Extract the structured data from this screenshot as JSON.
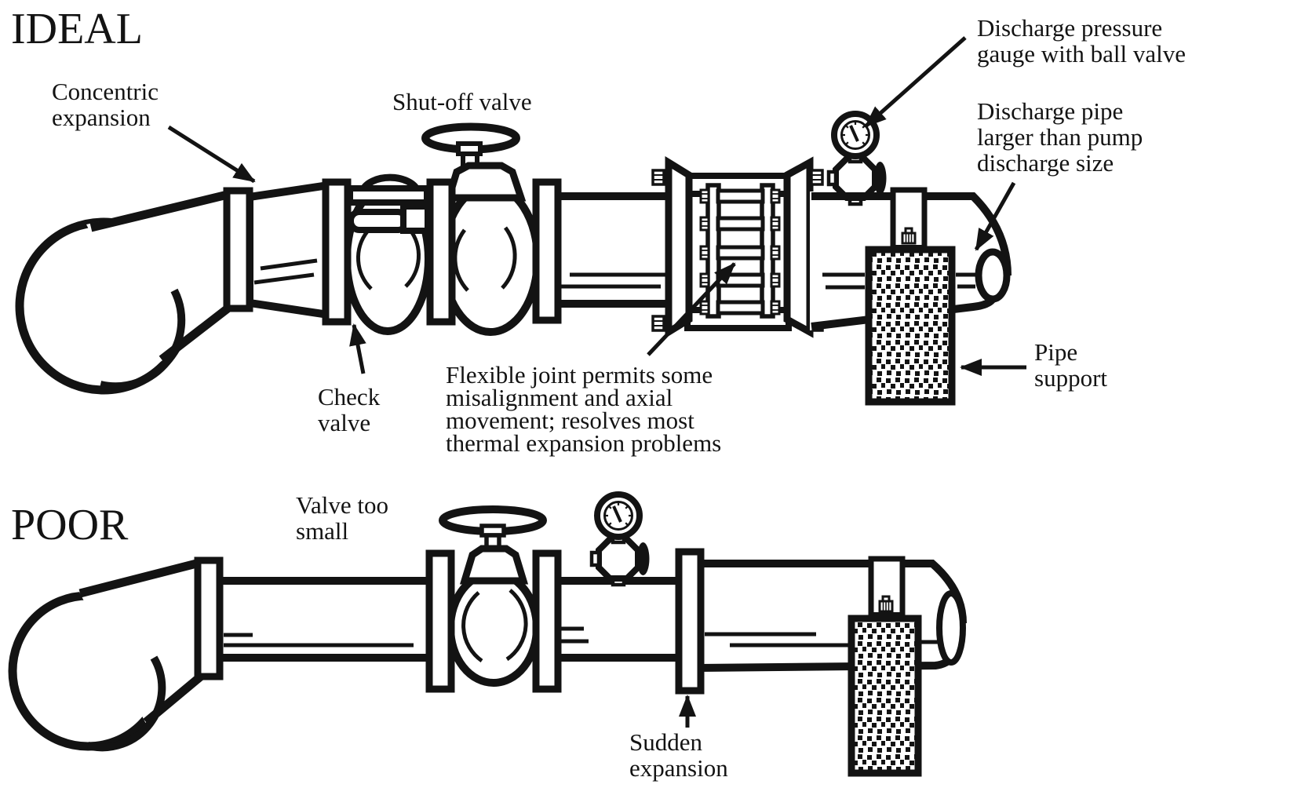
{
  "ideal": {
    "title": "IDEAL",
    "concentric_expansion": [
      "Concentric",
      "expansion"
    ],
    "shutoff_valve": "Shut-off valve",
    "discharge_gauge": [
      "Discharge pressure",
      "gauge with ball valve"
    ],
    "discharge_pipe": [
      "Discharge pipe",
      "larger than pump",
      "discharge size"
    ],
    "pipe_support": [
      "Pipe",
      "support"
    ],
    "check_valve": [
      "Check",
      "valve"
    ],
    "flexible_joint": [
      "Flexible joint permits some",
      "misalignment and axial",
      "movement; resolves most",
      "thermal expansion problems"
    ]
  },
  "poor": {
    "title": "POOR",
    "valve_too_small": [
      "Valve too",
      "small"
    ],
    "sudden_expansion": [
      "Sudden",
      "expansion"
    ]
  },
  "colors": {
    "ink": "#131313",
    "paper": "#ffffff"
  }
}
